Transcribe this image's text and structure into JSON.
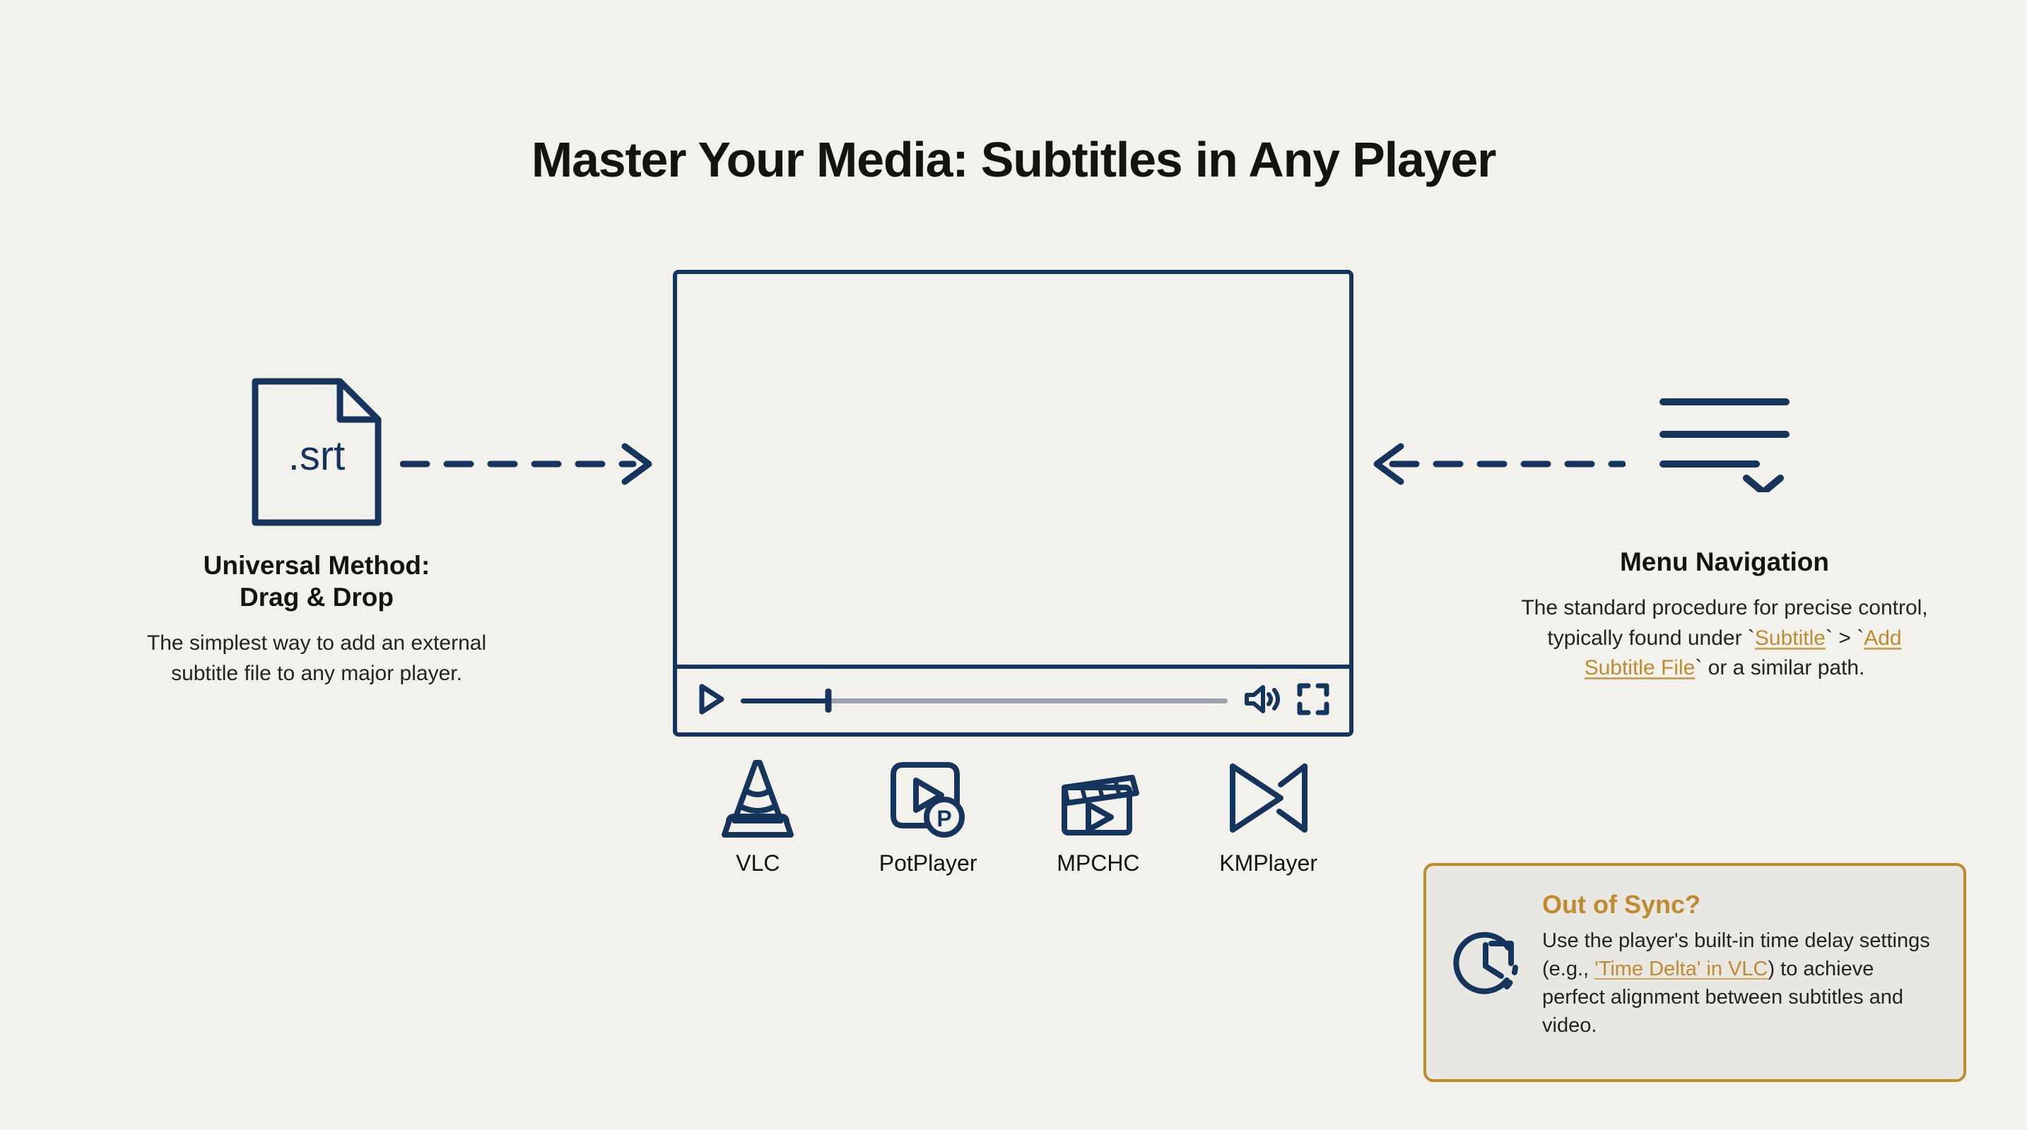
{
  "page": {
    "title": "Master Your Media: Subtitles in Any Player",
    "background_color": "#f2f1ec",
    "navy": "#16355c",
    "gold": "#c08a2e"
  },
  "left_section": {
    "file_icon_label": ".srt",
    "heading_line1": "Universal Method:",
    "heading_line2": "Drag & Drop",
    "body": "The simplest way to add an external subtitle file to any major player."
  },
  "right_section": {
    "heading": "Menu Navigation",
    "body_part1": "The standard procedure for precise control, typically found under ",
    "tick_open1": "`",
    "link1": "Subtitle",
    "tick_close1": "`",
    "separator": " > ",
    "tick_open2": "`",
    "link2": "Add Subtitle File",
    "tick_close2": "`",
    "body_part2": " or a similar path."
  },
  "video_player": {
    "play_icon": "play-triangle-icon",
    "volume_icon": "volume-icon",
    "fullscreen_icon": "fullscreen-icon",
    "progress_percent": 18
  },
  "players": [
    {
      "label": "VLC",
      "icon": "vlc-cone-icon"
    },
    {
      "label": "PotPlayer",
      "icon": "potplayer-icon"
    },
    {
      "label": "MPCHC",
      "icon": "clapperboard-icon"
    },
    {
      "label": "KMPlayer",
      "icon": "kmplayer-bowtie-icon"
    }
  ],
  "arrows": {
    "left_to_player": "dashed-arrow-right",
    "right_to_player": "dashed-arrow-left"
  },
  "tip_box": {
    "icon": "clock-delay-icon",
    "title": "Out of Sync?",
    "body_part1": "Use the player's built-in time delay settings (e.g., ",
    "highlight": "'Time Delta' in VLC",
    "body_part2": ") to achieve perfect alignment between subtitles and video."
  }
}
